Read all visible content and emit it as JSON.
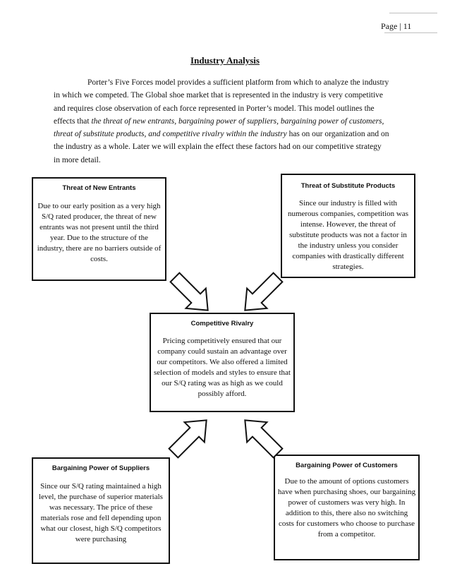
{
  "header": {
    "page_number": "Page | 11"
  },
  "title": "Industry Analysis",
  "intro": {
    "part1": "Porter’s Five Forces model provides a sufficient platform from which to analyze the industry in which we competed. The Global shoe market that is represented in the industry is very competitive and requires close observation of each force represented in Porter’s model. This model outlines the effects that ",
    "italic": "the threat of new entrants, bargaining power of suppliers, bargaining power of customers, threat of substitute products, and competitive rivalry within the industry",
    "part2": " has on our organization and on the industry as a whole. Later we will explain the effect these factors had on our competitive strategy in more detail."
  },
  "forces": {
    "new_entrants": {
      "heading": "Threat of New Entrants",
      "body": "Due to our early position as a very high S/Q rated producer, the threat of new entrants was not present until the third year. Due to the structure of the industry, there are no barriers outside of costs."
    },
    "substitutes": {
      "heading": "Threat of Substitute Products",
      "body": "Since our industry is filled with numerous companies, competition was intense. However, the threat of substitute products was not a factor in the industry unless you consider companies with drastically different strategies."
    },
    "rivalry": {
      "heading": "Competitive Rivalry",
      "body": "Pricing competitively ensured that our company could sustain an advantage over our competitors. We also offered a limited selection of models and styles to ensure that our S/Q rating was as high as we could possibly afford."
    },
    "suppliers": {
      "heading": "Bargaining Power of Suppliers",
      "body": "Since our S/Q rating maintained a high level, the purchase of superior materials was necessary. The price of these materials rose and fell depending upon what our closest, high S/Q competitors were purchasing"
    },
    "customers": {
      "heading": "Bargaining Power of Customers",
      "body": "Due to the amount of options customers have when purchasing shoes, our bargaining power of customers was very high. In addition to this, there also no switching costs for customers who choose to purchase from a competitor."
    }
  }
}
